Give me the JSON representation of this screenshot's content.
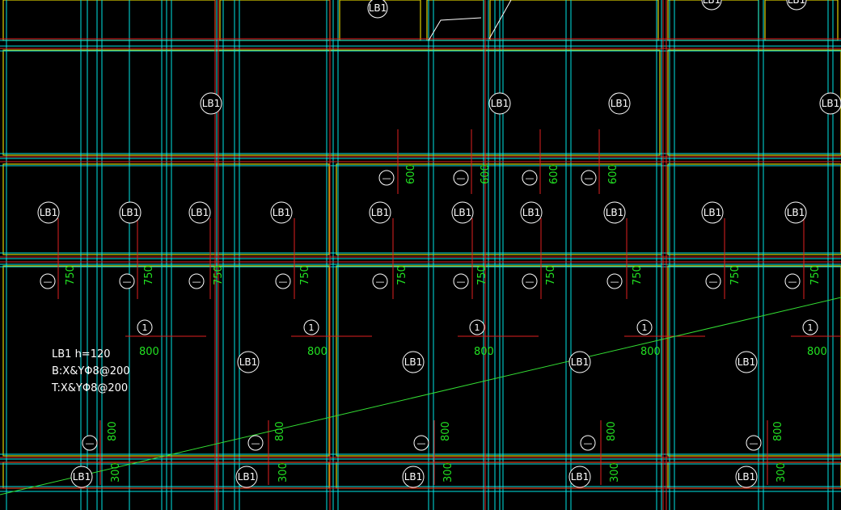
{
  "colors": {
    "background": "#000000",
    "cyan": "#00e5e5",
    "yellow": "#e0d000",
    "red": "#e02020",
    "green": "#22e022",
    "white": "#ffffff",
    "diagonal": "#33dd33"
  },
  "slab_tag": "LB1",
  "tag_one": "1",
  "tag_dash": "—",
  "dims": {
    "d600": "600",
    "d750": "750",
    "d800": "800",
    "d300": "300"
  },
  "note": {
    "line1": "LB1 h=120",
    "line2": "B:X&YΦ8@200",
    "line3": "T:X&YΦ8@200"
  }
}
